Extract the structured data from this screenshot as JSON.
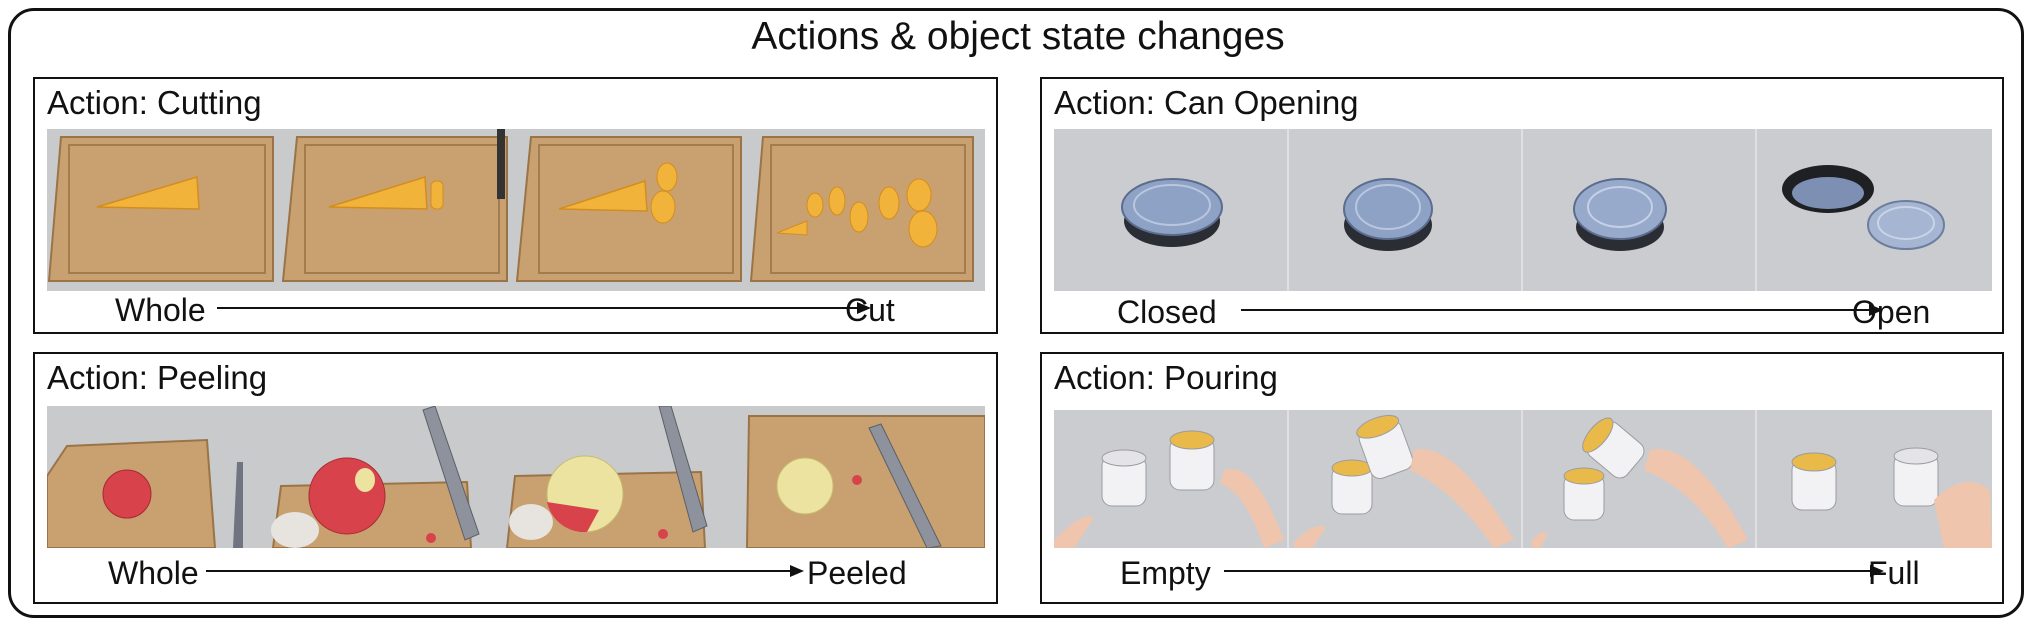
{
  "title": "Actions & object state changes",
  "panels": {
    "cutting": {
      "title": "Action: Cutting",
      "start": "Whole",
      "end": "Cut"
    },
    "can_opening": {
      "title": "Action: Can Opening",
      "start": "Closed",
      "end": "Open"
    },
    "peeling": {
      "title": "Action: Peeling",
      "start": "Whole",
      "end": "Peeled"
    },
    "pouring": {
      "title": "Action: Pouring",
      "start": "Empty",
      "end": "Full"
    }
  },
  "colors": {
    "background_gray": "#c9cacc",
    "board_wood": "#c9a171",
    "carrot": "#f2b33a",
    "can_metal": "#8ea2c6",
    "apple_red": "#d8434b",
    "apple_peeled": "#ece3a0",
    "juice": "#e9b94a"
  }
}
